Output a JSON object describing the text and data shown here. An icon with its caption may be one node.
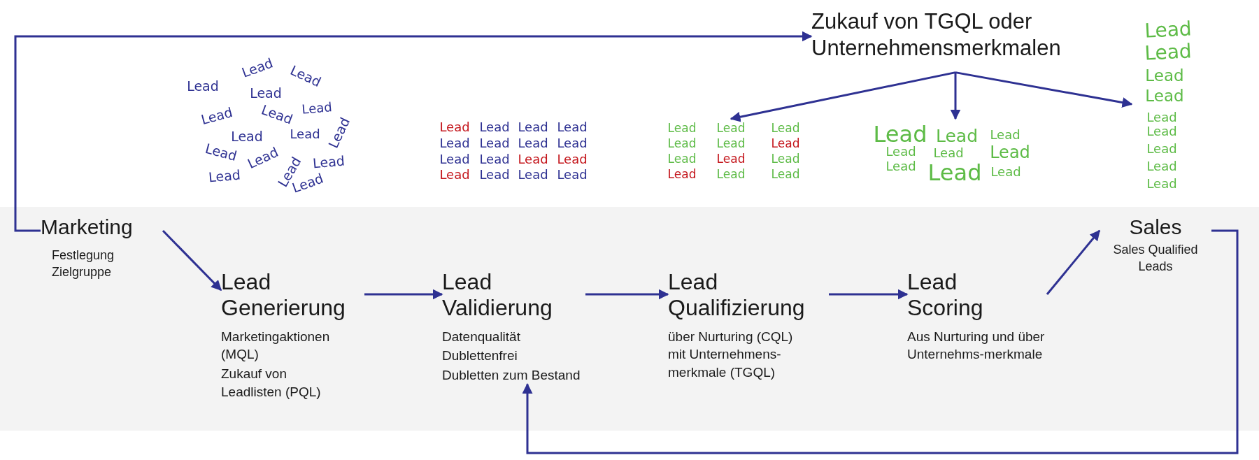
{
  "diagram": {
    "nodes": [
      {
        "text": [
          "Marketing",
          "Festlegung Zielgruppe"
        ]
      },
      {
        "text": [
          "Lead Generierung",
          "Marketingaktionen (MQL)",
          "Zukauf von Leadlisten (PQL)"
        ]
      },
      {
        "text": [
          "Lead Validierung",
          "Datenqualität",
          "Dublettenfrei",
          "Dubletten zum Bestand"
        ]
      },
      {
        "text": [
          "Lead Qualifizierung",
          "über Nurturing (CQL) mit Unternehmens-merkmale (TGQL)"
        ]
      },
      {
        "text": [
          "Lead Scoring",
          "Aus Nurturing und über Unternehms-merkmale"
        ]
      },
      {
        "text": [
          "Sales",
          "Sales Qualified Leads"
        ]
      },
      {
        "text": [
          "Zukauf von TGQL oder Unternehmensmerkmalen"
        ]
      },
      {
        "text": [
          "Lead",
          "Lead",
          "Lead",
          "Lead",
          "Lead",
          "Lead",
          "Lead",
          "Lead",
          "Lead",
          "Lead",
          "Lead",
          "Lead",
          "Lead",
          "Lead",
          "Lead",
          "Lead"
        ]
      },
      {
        "text": [
          "Lead",
          "Lead",
          "Lead",
          "Lead",
          "Lead",
          "Lead",
          "Lead",
          "Lead",
          "Lead",
          "Lead",
          "Lead",
          "Lead",
          "Lead",
          "Lead",
          "Lead",
          "Lead"
        ]
      },
      {
        "text": [
          "Lead",
          "Lead",
          "Lead",
          "Lead",
          "Lead",
          "Lead",
          "Lead",
          "Lead",
          "Lead",
          "Lead",
          "Lead",
          "Lead"
        ]
      },
      {
        "text": [
          "Lead",
          "Lead",
          "Lead",
          "Lead",
          "Lead",
          "Lead",
          "Lead",
          "Lead",
          "Lead"
        ]
      },
      {
        "text": [
          "Lead",
          "Lead",
          "Lead",
          "Lead",
          "Lead",
          "Lead",
          "Lead",
          "Lead",
          "Lead"
        ]
      }
    ],
    "edges": [
      {
        "from": 0,
        "to": 6,
        "arrow": "to"
      },
      {
        "from": 0,
        "to": 1,
        "arrow": "to"
      },
      {
        "from": 1,
        "to": 2,
        "arrow": "to"
      },
      {
        "from": 2,
        "to": 3,
        "arrow": "to"
      },
      {
        "from": 3,
        "to": 4,
        "arrow": "to"
      },
      {
        "from": 4,
        "to": 5,
        "arrow": "to"
      },
      {
        "from": 5,
        "to": 2,
        "arrow": "to"
      },
      {
        "from": 6,
        "to": 9,
        "arrow": "to"
      },
      {
        "from": 6,
        "to": 10,
        "arrow": "to"
      },
      {
        "from": 6,
        "to": 11,
        "arrow": "to"
      }
    ]
  }
}
